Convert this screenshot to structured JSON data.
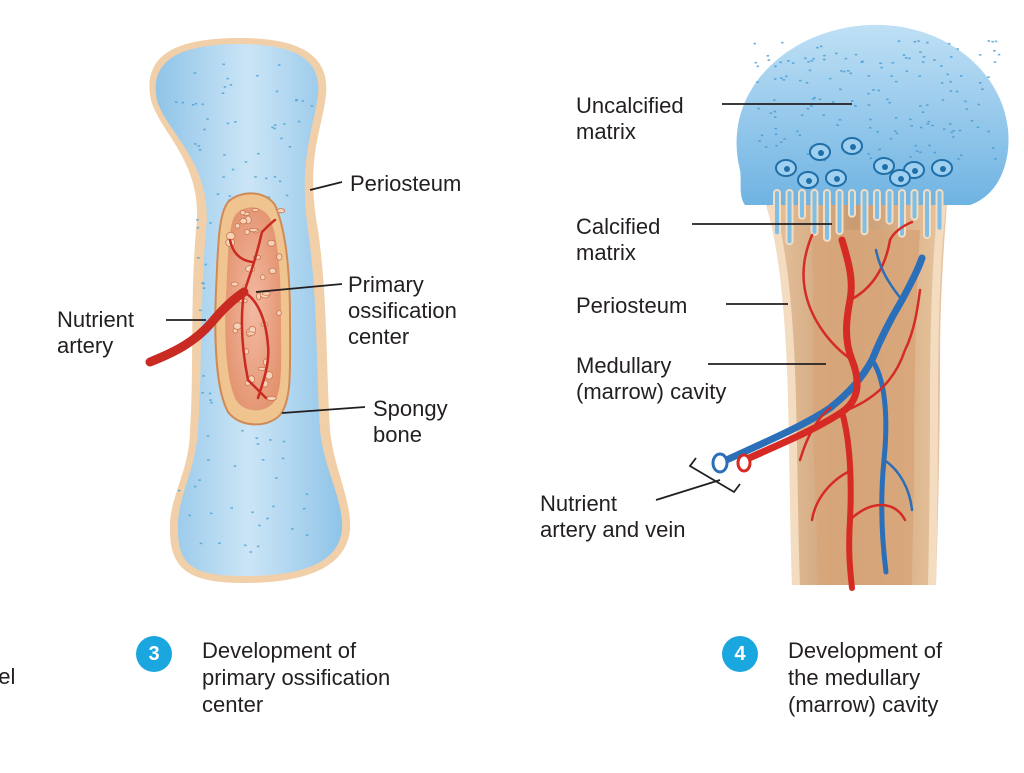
{
  "panel3": {
    "labels": {
      "periosteum": "Periosteum",
      "primary_ossification_center": "Primary\nossification\ncenter",
      "nutrient_artery": "Nutrient\nartery",
      "spongy_bone": "Spongy\nbone"
    },
    "step_number": "3",
    "caption": "Development of\nprimary ossification\ncenter"
  },
  "panel4": {
    "labels": {
      "uncalcified_matrix": "Uncalcified\nmatrix",
      "calcified_matrix": "Calcified\nmatrix",
      "periosteum": "Periosteum",
      "medullary_cavity": "Medullary\n(marrow) cavity",
      "nutrient_artery_and_vein": "Nutrient\nartery and vein"
    },
    "step_number": "4",
    "caption": "Development of\nthe medullary\n(marrow) cavity"
  },
  "cropped_left_text": "del",
  "colors": {
    "cartilage": "#a9d3ee",
    "cartilage_dots": "#4aa3d6",
    "bone_collar": "#f3d2ad",
    "spongy_bone": "#e8a37f",
    "artery": "#d62b24",
    "vein": "#2a6fb8",
    "badge": "#1aa6df"
  }
}
